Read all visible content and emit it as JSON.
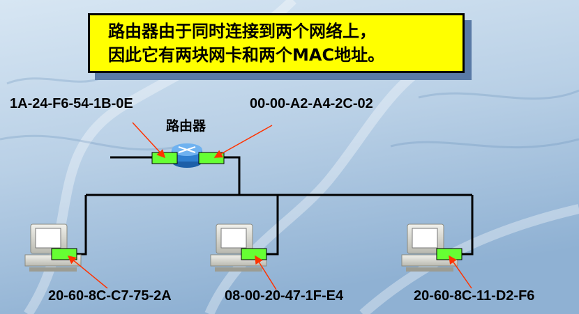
{
  "callout": {
    "line1": "路由器由于同时连接到两个网络上，",
    "line2": "因此它有两块网卡和两个MAC地址。"
  },
  "router": {
    "label": "路由器",
    "mac_left": "1A-24-F6-54-1B-0E",
    "mac_right": "00-00-A2-A4-2C-02"
  },
  "hosts": [
    {
      "mac": "20-60-8C-C7-75-2A"
    },
    {
      "mac": "08-00-20-47-1F-E4"
    },
    {
      "mac": "20-60-8C-11-D2-F6"
    }
  ],
  "colors": {
    "callout_bg": "#ffff00",
    "nic_fill": "#66ff33",
    "arrow": "#ff3300",
    "wire": "#000000",
    "router_body": "#2f7fd0"
  }
}
